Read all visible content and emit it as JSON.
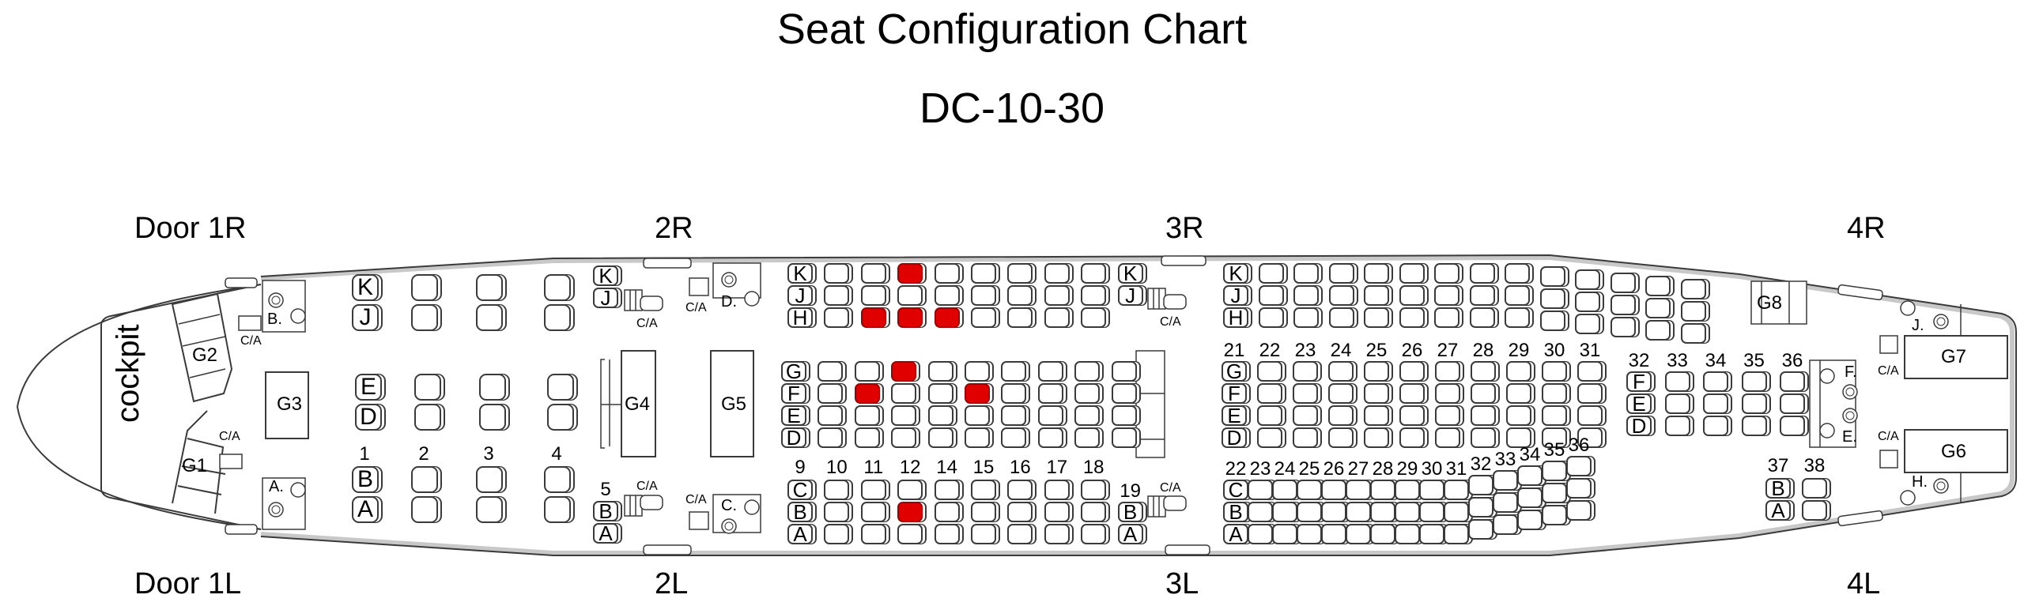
{
  "header": {
    "title": "Seat Configuration Chart",
    "subtitle": "DC-10-30"
  },
  "doors": {
    "d1r": "Door 1R",
    "d2r": "2R",
    "d3r": "3R",
    "d4r": "4R",
    "d1l": "Door 1L",
    "d2l": "2L",
    "d3l": "3L",
    "d4l": "4L"
  },
  "areas": {
    "cockpit": "cockpit",
    "galleys": [
      "G1",
      "G2",
      "G3",
      "G4",
      "G5",
      "G6",
      "G7",
      "G8"
    ],
    "lavatories": [
      "A.",
      "B.",
      "C.",
      "D.",
      "E.",
      "F.",
      "H.",
      "J."
    ],
    "crew_seat_label": "C/A"
  },
  "colors": {
    "occupied": "#e00000",
    "outline": "#3a3a3a",
    "hull": "#c8c8c8"
  },
  "first_class": {
    "rows": [
      "1",
      "2",
      "3",
      "4"
    ],
    "letters_top": [
      "K",
      "J"
    ],
    "letters_mid": [
      "E",
      "D"
    ],
    "letters_bot": [
      "B",
      "A"
    ],
    "row5": {
      "number": "5",
      "top": [
        "K",
        "J"
      ],
      "bottom": [
        "B",
        "A"
      ]
    }
  },
  "cabin2": {
    "row_numbers": [
      "9",
      "10",
      "11",
      "12",
      "14",
      "15",
      "16",
      "17",
      "18"
    ],
    "row19": "19",
    "letters_top": [
      "K",
      "J",
      "H"
    ],
    "letters_mid": [
      "G",
      "F",
      "E",
      "D"
    ],
    "letters_bot": [
      "C",
      "B",
      "A"
    ],
    "occupied": [
      "12K",
      "11H",
      "12H",
      "14H",
      "12G",
      "11F",
      "15F",
      "12B"
    ]
  },
  "cabin3": {
    "mid_row_numbers": [
      "21",
      "22",
      "23",
      "24",
      "25",
      "26",
      "27",
      "28",
      "29",
      "30",
      "31"
    ],
    "mid_rear_row_numbers": [
      "32",
      "33",
      "34",
      "35",
      "36"
    ],
    "bot_row_numbers": [
      "22",
      "23",
      "24",
      "25",
      "26",
      "27",
      "28",
      "29",
      "30",
      "31",
      "32",
      "33",
      "34",
      "35",
      "36"
    ],
    "bot_rear_row_numbers": [
      "37",
      "38"
    ],
    "letters_top": [
      "K",
      "J",
      "H"
    ],
    "letters_mid": [
      "G",
      "F",
      "E",
      "D"
    ],
    "letters_mid_rear": [
      "F",
      "E",
      "D"
    ],
    "letters_bot": [
      "C",
      "B",
      "A"
    ],
    "letters_bot_rear": [
      "B",
      "A"
    ],
    "occupied": []
  }
}
